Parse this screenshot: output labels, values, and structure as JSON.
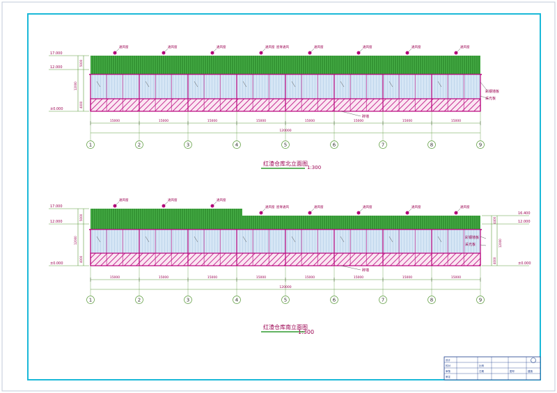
{
  "colors": {
    "border": "#1a3a8a",
    "frame": "#19b8d8",
    "roof_green": "#2d9a2d",
    "magenta": "#b8007c",
    "glass": "#bcd6ee",
    "axis_line": "#5a9a3a",
    "text": "#9a0050"
  },
  "north": {
    "title": "红渣仓库北立面图",
    "scale": "1:300",
    "total_span": "120000",
    "bay_dims": [
      "15000",
      "15000",
      "15000",
      "15000",
      "15000",
      "15000",
      "15000",
      "15000"
    ],
    "elev_top": "17.000",
    "elev_mid": "12.000",
    "elev_bottom": "±0.000",
    "seg_dims": [
      "5000",
      "12000",
      "4000"
    ],
    "roof_tags": [
      "通风窗",
      "通风窗",
      "通风窗",
      "通风窗",
      "通风窗",
      "通风窗",
      "通风窗",
      "通风窗"
    ],
    "roof_note": "屋脊通风",
    "side_note_1": "彩钢墙板",
    "side_note_2": "采光板",
    "base_note": "砖墙"
  },
  "south": {
    "title": "红渣仓库南立面图",
    "scale": "1:300",
    "total_span": "120000",
    "bay_dims": [
      "15000",
      "15000",
      "15000",
      "15000",
      "15000",
      "15000",
      "15000",
      "15000"
    ],
    "elev_top": "17.000",
    "elev_mid": "12.000",
    "elev_bottom": "±0.000",
    "elev_top_r": "16.400",
    "elev_mid_r": "12.000",
    "elev_bottom_r": "±0.000",
    "seg_dims": [
      "5000",
      "12000",
      "4000"
    ],
    "seg_dims_r": [
      "4400",
      "12000",
      "4000"
    ],
    "roof_tags": [
      "通风窗",
      "通风窗",
      "通风窗",
      "通风窗",
      "通风窗",
      "通风窗",
      "通风窗",
      "通风窗"
    ],
    "roof_note": "屋脊通风",
    "side_note_1": "彩钢墙板",
    "side_note_2": "采光板",
    "base_note": "砖墙"
  },
  "axes": [
    "1",
    "2",
    "3",
    "4",
    "5",
    "6",
    "7",
    "8",
    "9"
  ],
  "title_block": {
    "cells": [
      "设计",
      "校对",
      "审核",
      "审定",
      "比例",
      "日期",
      "图号",
      "建施"
    ]
  }
}
